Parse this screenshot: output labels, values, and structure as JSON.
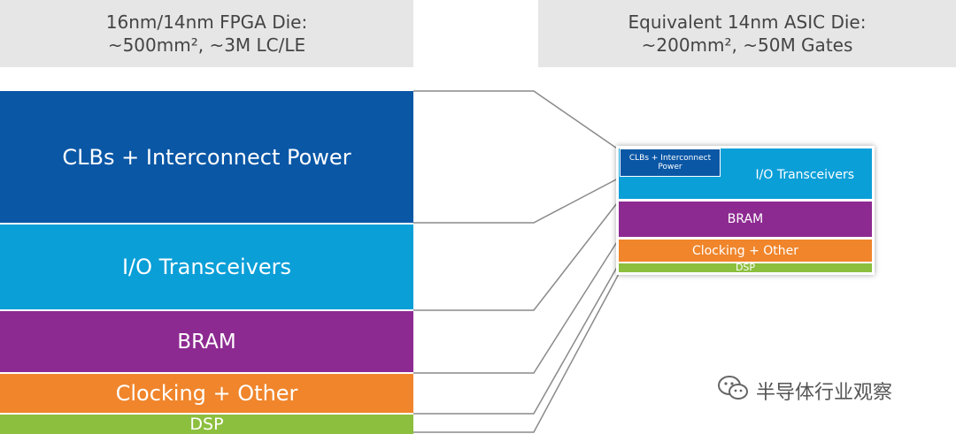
{
  "fpga": {
    "header_line1": "16nm/14nm FPGA Die:",
    "header_line2": "~500mm², ~3M LC/LE",
    "blocks": {
      "clb": "CLBs + Interconnect Power",
      "io": "I/O Transceivers",
      "bram": "BRAM",
      "clock": "Clocking + Other",
      "dsp": "DSP"
    }
  },
  "asic": {
    "header_line1": "Equivalent 14nm ASIC Die:",
    "header_line2": "~200mm², ~50M Gates",
    "blocks": {
      "clb_line1": "CLBs + Interconnect",
      "clb_line2": "Power",
      "io": "I/O Transceivers",
      "bram": "BRAM",
      "clock": "Clocking + Other",
      "dsp": "DSP"
    }
  },
  "watermark": {
    "text": "半导体行业观察",
    "icon": "wechat-icon"
  },
  "colors": {
    "clb": "#0a57a6",
    "io": "#0b9fd8",
    "bram": "#8d2a91",
    "clock": "#f0852b",
    "dsp": "#8cbf3e",
    "header_bg": "#e6e6e6"
  }
}
